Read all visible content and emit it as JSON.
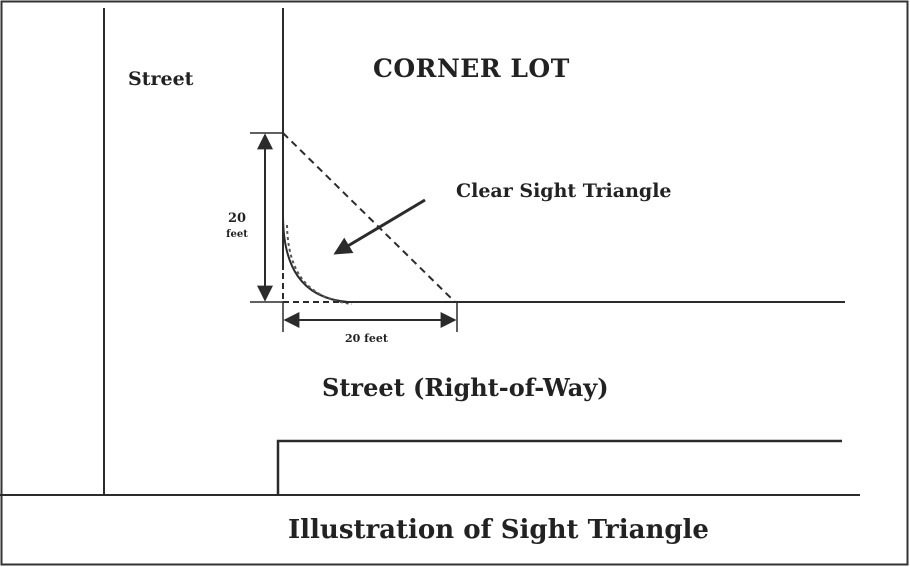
{
  "diagram": {
    "title": "CORNER LOT",
    "street_side_label": "Street",
    "street_row_label": "Street (Right-of-Way)",
    "triangle_label": "Clear Sight Triangle",
    "vertical_dimension": {
      "value": "20",
      "unit": "feet"
    },
    "horizontal_dimension": "20 feet",
    "caption": "Illustration of Sight Triangle"
  },
  "colors": {
    "line": "#2b2b2b",
    "border": "#333333",
    "background": "#ffffff"
  }
}
